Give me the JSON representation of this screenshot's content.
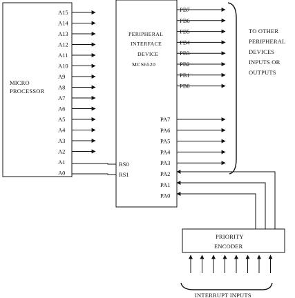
{
  "microprocessor": {
    "title_lines": [
      "MICRO",
      "PROCESSOR"
    ],
    "address_pins": [
      "A15",
      "A14",
      "A13",
      "A12",
      "A11",
      "A10",
      "A9",
      "A8",
      "A7",
      "A6",
      "A5",
      "A4",
      "A3",
      "A2",
      "A1",
      "A0"
    ]
  },
  "pia": {
    "title_lines": [
      "PERIPHERAL",
      "INTERFACE",
      "DEVICE",
      "MCS6520"
    ],
    "select_pins": [
      "RS0",
      "RS1"
    ],
    "port_b_pins": [
      "PB7",
      "PB6",
      "PB5",
      "PB4",
      "PB3",
      "PB2",
      "PB1",
      "PB0"
    ],
    "port_a_pins": [
      "PA7",
      "PA6",
      "PA5",
      "PA4",
      "PA3",
      "PA2",
      "PA1",
      "PA0"
    ]
  },
  "peripherals_note": [
    "TO OTHER",
    "PERIPHERAL",
    "DEVICES",
    "INPUTS OR",
    "OUTPUTS"
  ],
  "encoder": {
    "title_lines": [
      "PRIORITY",
      "ENCODER"
    ]
  },
  "interrupts": {
    "label": "INTERRUPT INPUTS",
    "count": 8
  }
}
